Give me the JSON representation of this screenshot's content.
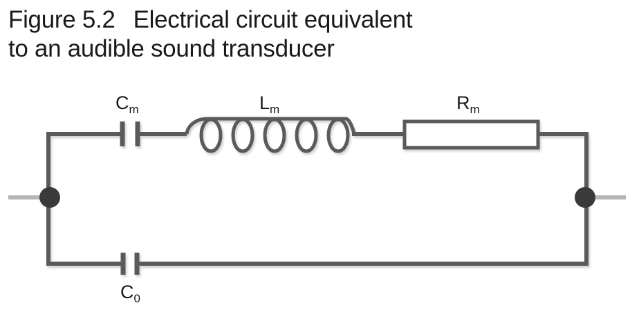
{
  "figure": {
    "number": "Figure 5.2",
    "title_line1": "Electrical circuit equivalent",
    "title_line2": "to an audible sound transducer"
  },
  "components": {
    "motional_capacitor": {
      "symbol": "C",
      "subscript": "m",
      "type": "capacitor"
    },
    "motional_inductor": {
      "symbol": "L",
      "subscript": "m",
      "type": "inductor"
    },
    "motional_resistor": {
      "symbol": "R",
      "subscript": "m",
      "type": "resistor"
    },
    "static_capacitor": {
      "symbol": "C",
      "subscript": "0",
      "type": "capacitor"
    }
  },
  "colors": {
    "wire": "#5a5a5a",
    "node": "#3a3a3a",
    "lead": "#b0b0b0",
    "text": "#1a1a1a"
  }
}
